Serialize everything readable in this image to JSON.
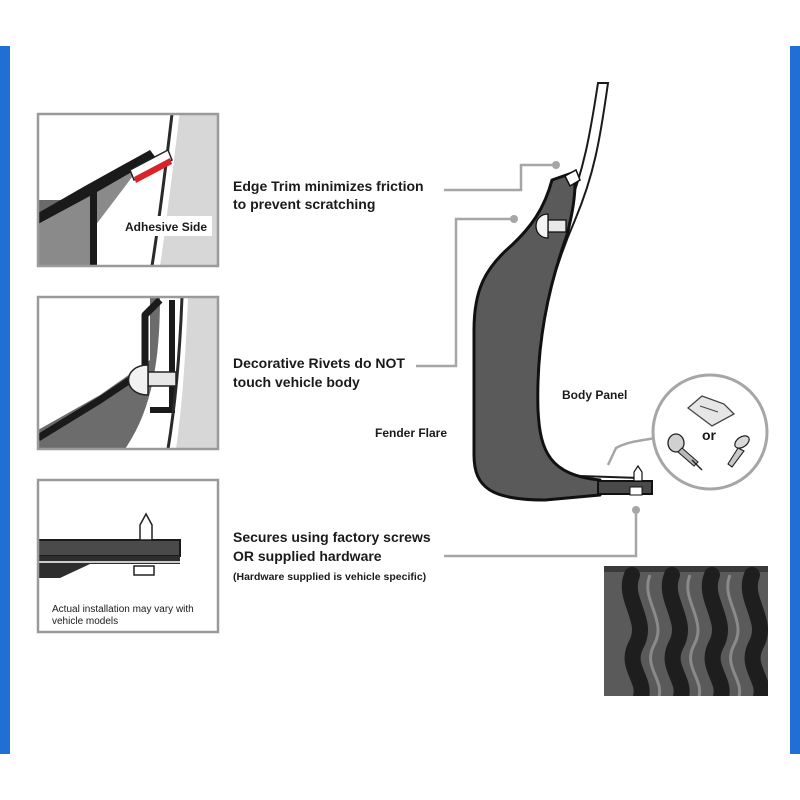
{
  "panels": {
    "edge_trim": {
      "tag": "Adhesive Side"
    },
    "mounting": {
      "note_line1": "Actual installation may vary with",
      "note_line2": "vehicle models"
    }
  },
  "callouts": {
    "edge_trim": {
      "line1": "Edge Trim minimizes friction",
      "line2": "to prevent scratching"
    },
    "rivets": {
      "line1": "Decorative Rivets do NOT",
      "line2": "touch vehicle body"
    },
    "hardware": {
      "line1": "Secures using factory screws",
      "line2": "OR supplied hardware",
      "line3": "(Hardware supplied is vehicle specific)"
    }
  },
  "main_diagram": {
    "body_panel_label": "Body Panel",
    "fender_flare_label": "Fender Flare",
    "or_label": "or"
  },
  "colors": {
    "edge_bars": "#1f6fd6",
    "flare_fill": "#5a5a5a",
    "trim_accent": "#d8232a",
    "panel_border": "#9a9a9a",
    "leader_lines": "#a6a6a6"
  },
  "icons": [
    "clip-nut-icon",
    "push-rivet-icon",
    "screw-icon",
    "tire-icon"
  ]
}
